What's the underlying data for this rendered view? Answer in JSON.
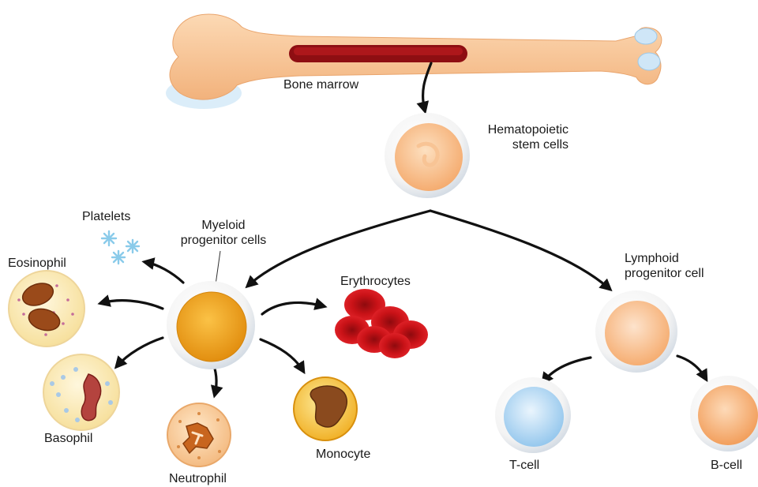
{
  "labels": {
    "bone_marrow": "Bone marrow",
    "hsc": "Hematopoietic\nstem cells",
    "myeloid": "Myeloid\nprogenitor cells",
    "lymphoid": "Lymphoid\nprogenitor cell",
    "platelets": "Platelets",
    "eosinophil": "Eosinophil",
    "basophil": "Basophil",
    "neutrophil": "Neutrophil",
    "monocyte": "Monocyte",
    "erythrocytes": "Erythrocytes",
    "t_cell": "T-cell",
    "b_cell": "B-cell"
  },
  "colors": {
    "bone": "#F9C89B",
    "bone_end": "#CFE6F7",
    "marrow": "#8E0E12",
    "hsc": "#F4A86A",
    "myeloid": "#F2A21C",
    "lymphoid": "#F7B886",
    "erythrocyte": "#D7141B",
    "t_cell": "#A9D3F0",
    "b_cell": "#F4AE75",
    "arrow": "#111111"
  }
}
